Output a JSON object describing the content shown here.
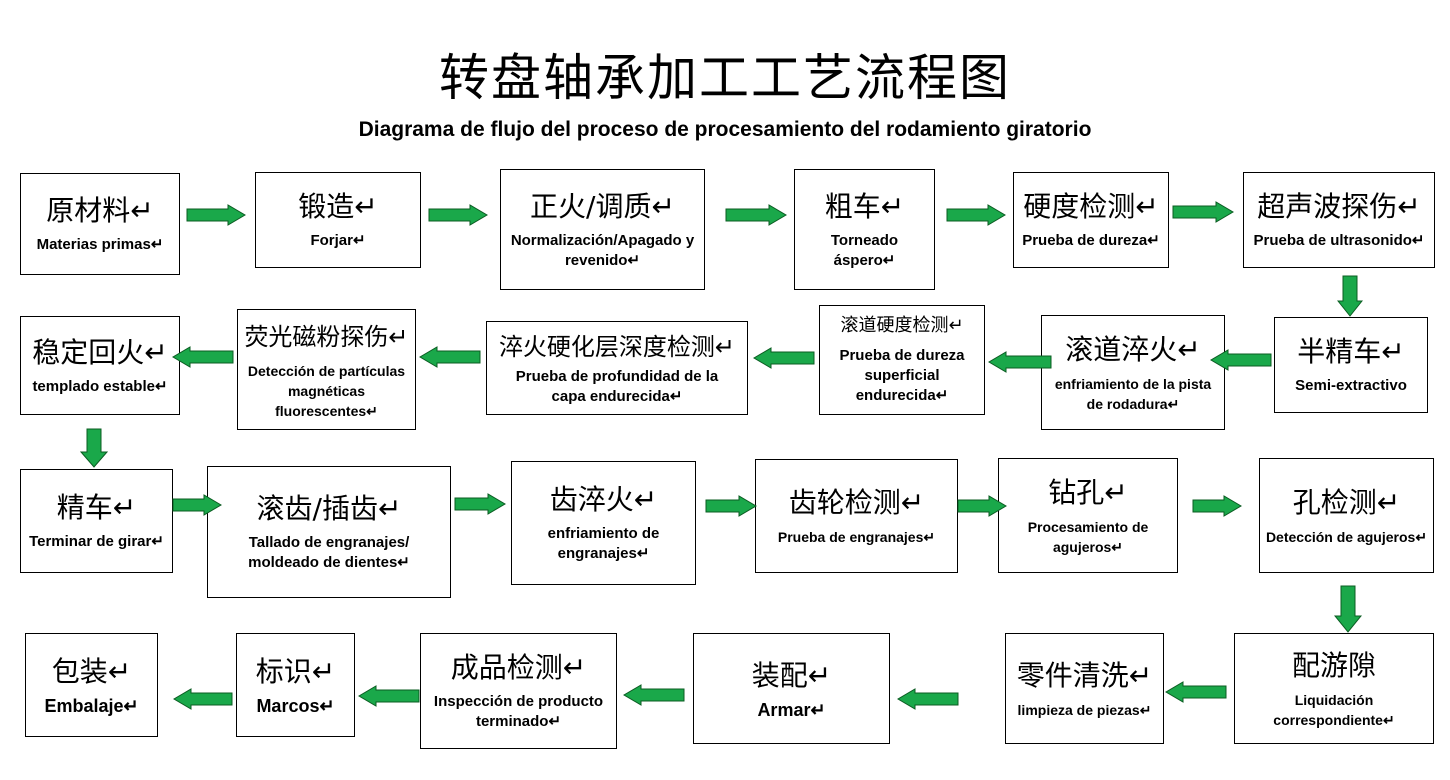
{
  "title": "转盘轴承加工工艺流程图",
  "subtitle": "Diagrama de flujo del proceso de procesamiento del rodamiento giratorio",
  "steps": [
    {
      "cn": "原材料↵",
      "es": "Materias primas↵"
    },
    {
      "cn": "锻造↵",
      "es": "Forjar↵"
    },
    {
      "cn": "正火/调质↵",
      "es": "Normalización/Apagado y revenido↵"
    },
    {
      "cn": "粗车↵",
      "es": "Torneado áspero↵"
    },
    {
      "cn": "硬度检测↵",
      "es": "Prueba de dureza↵"
    },
    {
      "cn": "超声波探伤↵",
      "es": "Prueba de ultrasonido↵"
    },
    {
      "cn": "半精车↵",
      "es": "Semi-extractivo"
    },
    {
      "cn": "滚道淬火↵",
      "es": "enfriamiento de la pista de rodadura↵"
    },
    {
      "cn": "滚道硬度检测↵",
      "es": "Prueba de dureza superficial endurecida↵"
    },
    {
      "cn": "淬火硬化层深度检测↵",
      "es": "Prueba de profundidad de la capa endurecida↵"
    },
    {
      "cn": "荧光磁粉探伤↵",
      "es": "Detección de partículas magnéticas fluorescentes↵"
    },
    {
      "cn": "稳定回火↵",
      "es": "templado estable↵"
    },
    {
      "cn": "精车↵",
      "es": "Terminar de girar↵"
    },
    {
      "cn": "滚齿/插齿↵",
      "es": "Tallado de engranajes/ moldeado de dientes↵"
    },
    {
      "cn": "齿淬火↵",
      "es": "enfriamiento de engranajes↵"
    },
    {
      "cn": "齿轮检测↵",
      "es": "Prueba de engranajes↵"
    },
    {
      "cn": "钻孔↵",
      "es": "Procesamiento de agujeros↵"
    },
    {
      "cn": "孔检测↵",
      "es": "Detección de agujeros↵"
    },
    {
      "cn": "配游隙",
      "es": "Liquidación correspondiente↵"
    },
    {
      "cn": "零件清洗↵",
      "es": "limpieza de piezas↵"
    },
    {
      "cn": "装配↵",
      "es": "Armar↵"
    },
    {
      "cn": "成品检测↵",
      "es": "Inspección de producto terminado↵"
    },
    {
      "cn": "标识↵",
      "es": "Marcos↵"
    },
    {
      "cn": "包装↵",
      "es": "Embalaje↵"
    }
  ],
  "colors": {
    "arrow_fill": "#1aa84a",
    "arrow_stroke": "#0b5c22",
    "border": "#000000"
  }
}
